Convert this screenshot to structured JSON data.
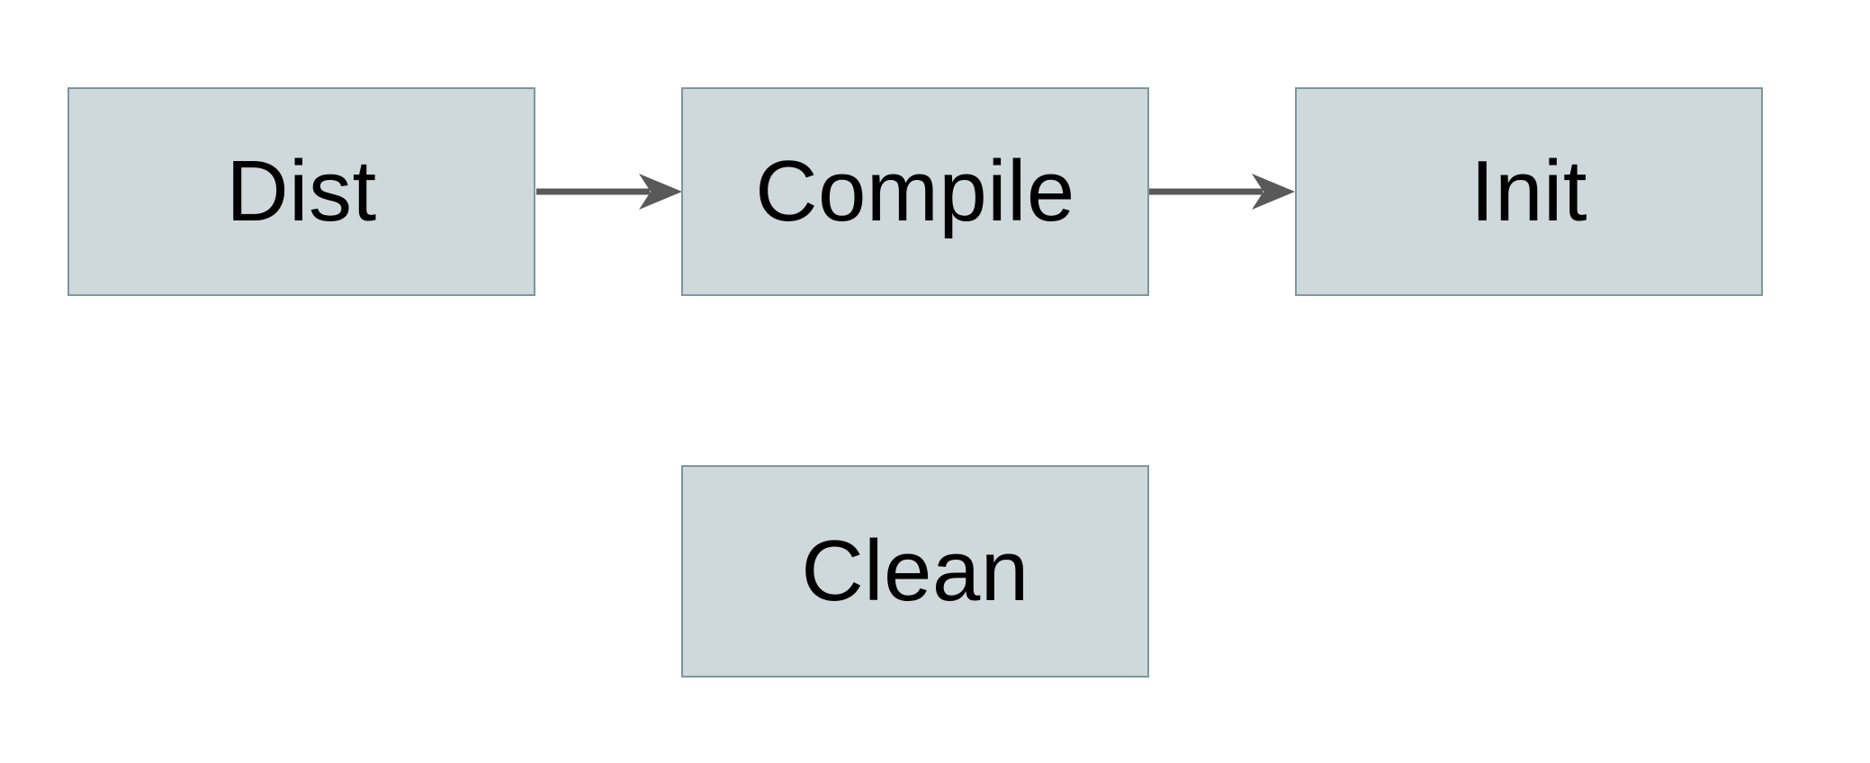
{
  "diagram": {
    "title": "build-task-flowchart",
    "nodes": [
      {
        "id": "dist",
        "label": "Dist"
      },
      {
        "id": "compile",
        "label": "Compile"
      },
      {
        "id": "init",
        "label": "Init"
      },
      {
        "id": "clean",
        "label": "Clean"
      }
    ],
    "edges": [
      {
        "from": "dist",
        "to": "compile",
        "style": "arrow-right"
      },
      {
        "from": "compile",
        "to": "init",
        "style": "arrow-right"
      }
    ]
  },
  "colors": {
    "node-fill": "#cfd8da",
    "node-border": "#7d96a1",
    "arrow": "#595959",
    "text": "#000000",
    "background": "#ffffff"
  }
}
